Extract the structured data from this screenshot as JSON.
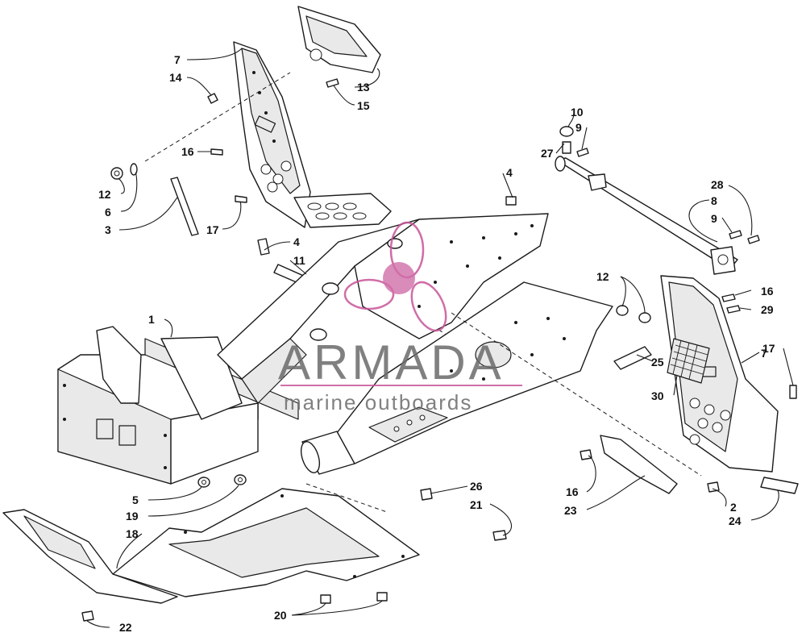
{
  "diagram": {
    "callouts": [
      "1",
      "2",
      "3",
      "4",
      "4",
      "5",
      "6",
      "7",
      "7",
      "8",
      "9",
      "9",
      "10",
      "11",
      "12",
      "12",
      "13",
      "14",
      "15",
      "16",
      "16",
      "16",
      "17",
      "17",
      "18",
      "19",
      "20",
      "21",
      "22",
      "23",
      "24",
      "25",
      "26",
      "27",
      "28",
      "29",
      "30"
    ]
  },
  "watermark": {
    "title": "ARMADA",
    "subtitle": "marine outboards",
    "color": "#c8559a",
    "text_color": "#6b6b6b"
  }
}
